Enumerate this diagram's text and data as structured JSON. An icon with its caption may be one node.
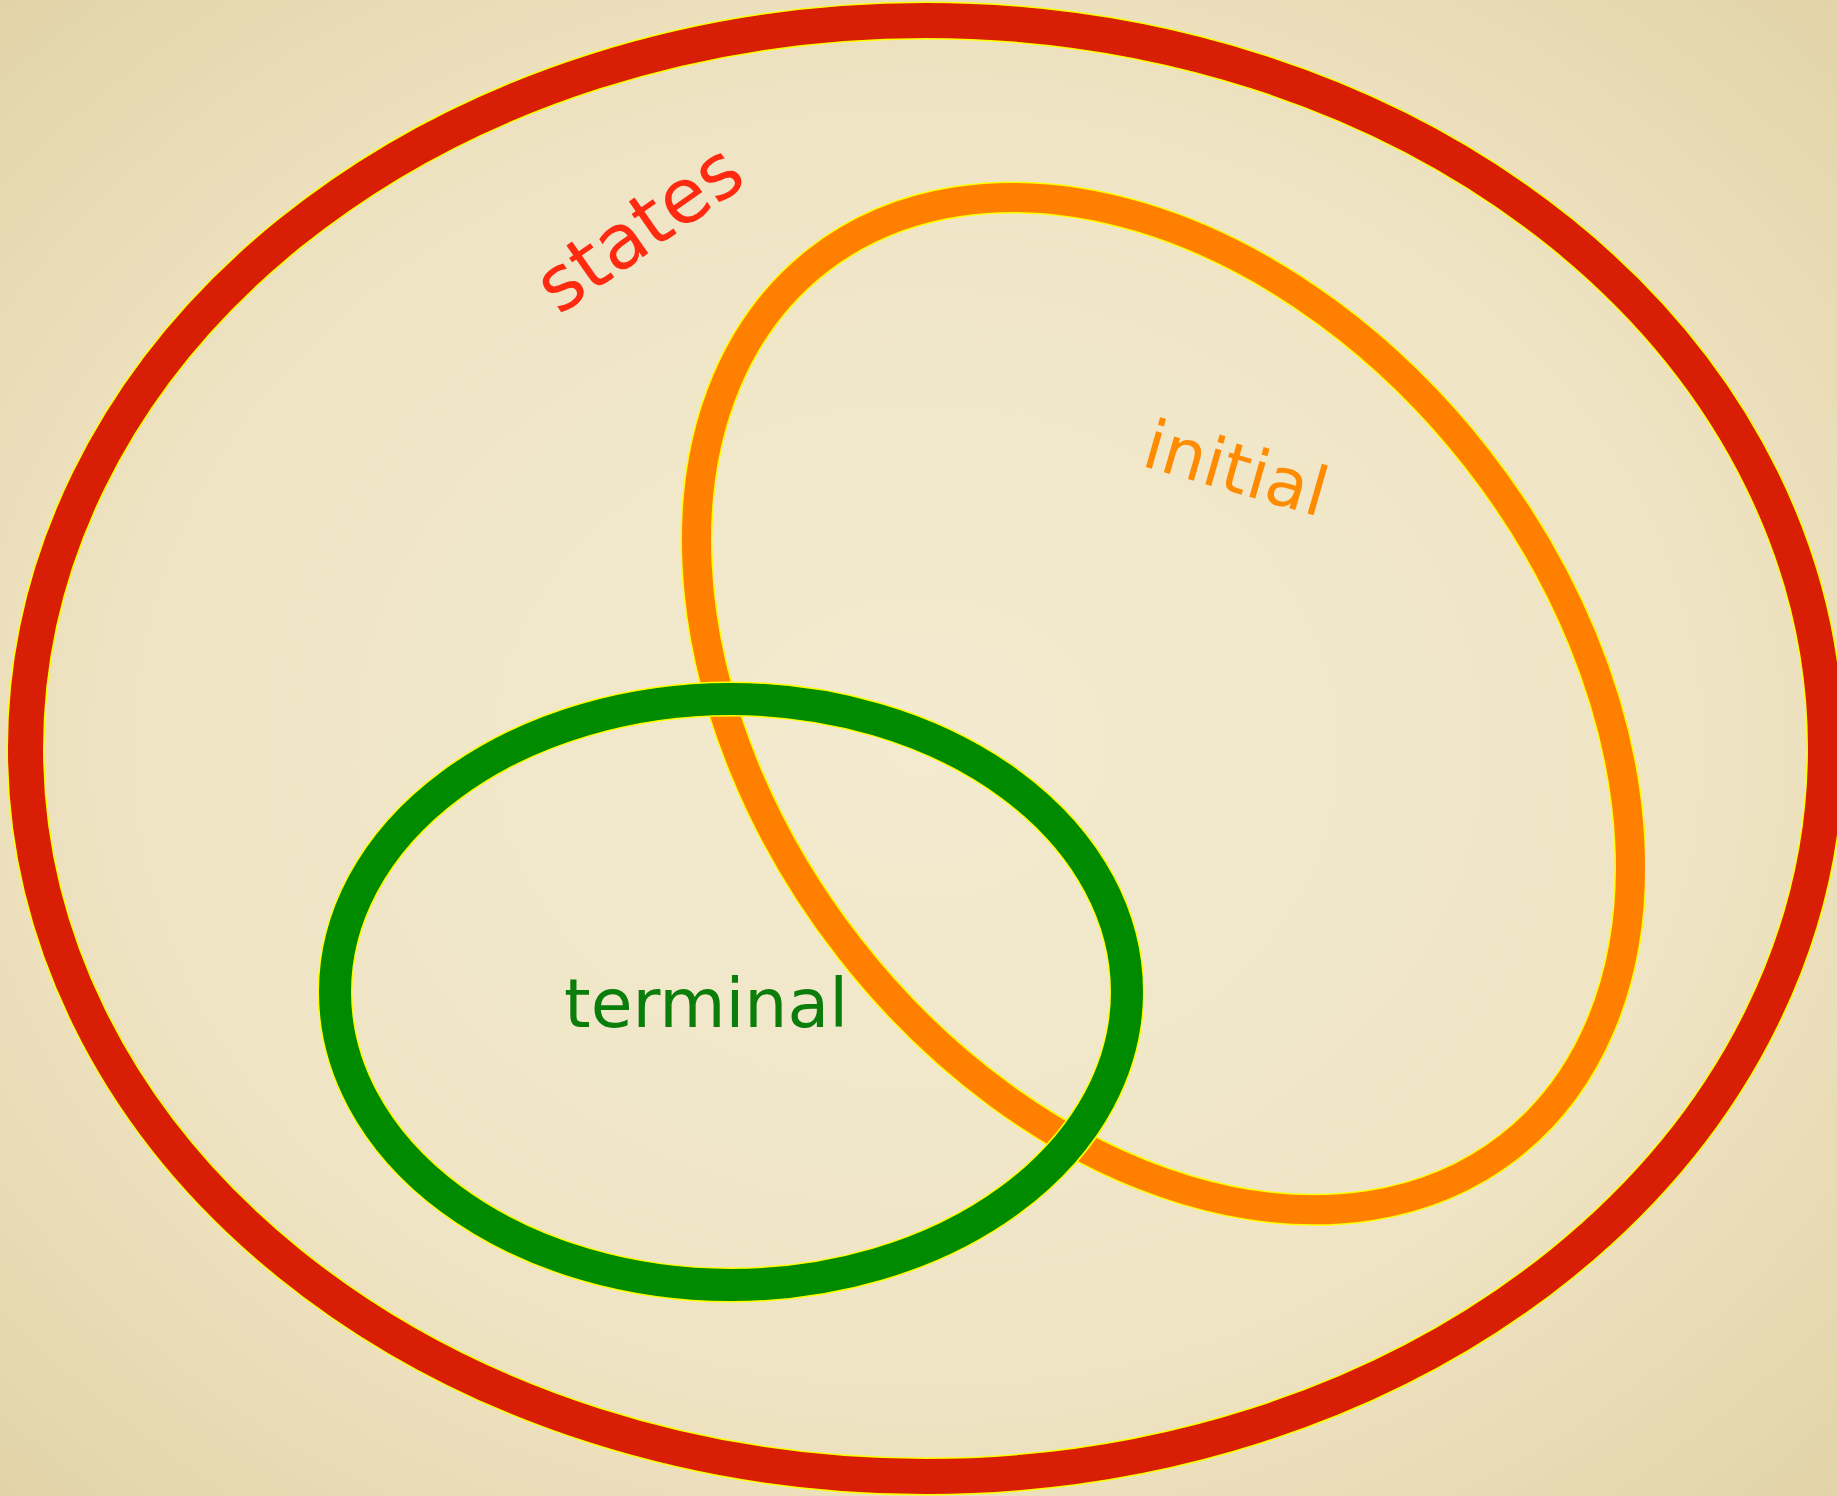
{
  "diagram": {
    "nodes": [
      {
        "text": [
          "states"
        ]
      },
      {
        "text": [
          "initial"
        ],
        "in": 0
      },
      {
        "text": [
          "terminal"
        ],
        "in": 0
      }
    ]
  }
}
